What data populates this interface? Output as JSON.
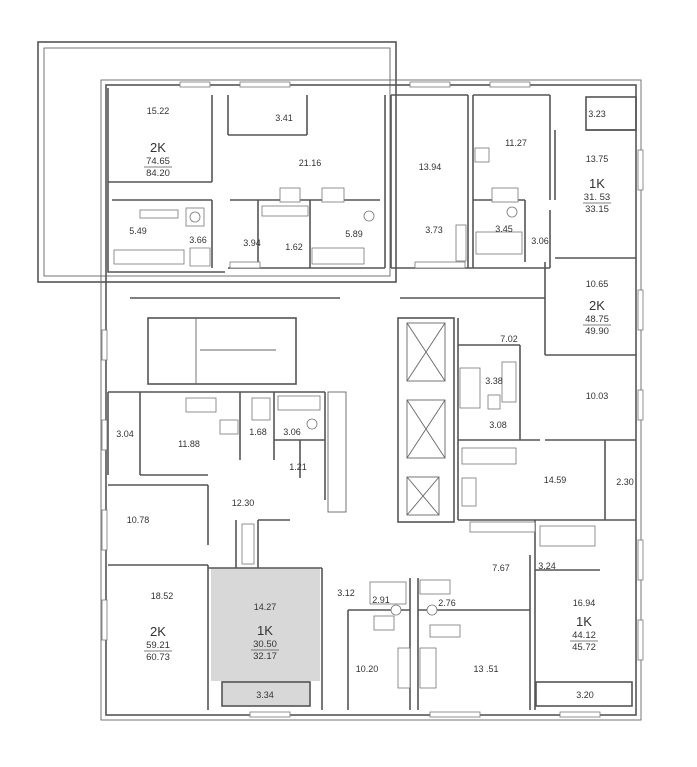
{
  "rooms": [
    {
      "id": "r01",
      "label": "15.22"
    },
    {
      "id": "r02",
      "label": "3.41"
    },
    {
      "id": "r03",
      "label": "21.16"
    },
    {
      "id": "r04",
      "label": "13.94"
    },
    {
      "id": "r05",
      "label": "11.27"
    },
    {
      "id": "r06",
      "label": "3.23"
    },
    {
      "id": "r07",
      "label": "13.75"
    },
    {
      "id": "r08",
      "label": "5.49"
    },
    {
      "id": "r09",
      "label": "3.66"
    },
    {
      "id": "r10",
      "label": "3.94"
    },
    {
      "id": "r11",
      "label": "1.62"
    },
    {
      "id": "r12",
      "label": "5.89"
    },
    {
      "id": "r13",
      "label": "3.73"
    },
    {
      "id": "r14",
      "label": "3.45"
    },
    {
      "id": "r15",
      "label": "3.06"
    },
    {
      "id": "r16",
      "label": "10.65"
    },
    {
      "id": "r17",
      "label": "7.02"
    },
    {
      "id": "r18",
      "label": "3.38"
    },
    {
      "id": "r19",
      "label": "10.03"
    },
    {
      "id": "r20",
      "label": "3.08"
    },
    {
      "id": "r21",
      "label": "3.04"
    },
    {
      "id": "r22",
      "label": "11.88"
    },
    {
      "id": "r23",
      "label": "1.68"
    },
    {
      "id": "r24",
      "label": "3.06"
    },
    {
      "id": "r25",
      "label": "1.21"
    },
    {
      "id": "r26",
      "label": "14.59"
    },
    {
      "id": "r27",
      "label": "2.30"
    },
    {
      "id": "r28",
      "label": "12.30"
    },
    {
      "id": "r29",
      "label": "10.78"
    },
    {
      "id": "r30",
      "label": "7.67"
    },
    {
      "id": "r31",
      "label": "3.24"
    },
    {
      "id": "r32",
      "label": "18.52"
    },
    {
      "id": "r33",
      "label": "14.27"
    },
    {
      "id": "r34",
      "label": "3.12"
    },
    {
      "id": "r35",
      "label": "2.91"
    },
    {
      "id": "r36",
      "label": "2.76"
    },
    {
      "id": "r37",
      "label": "16.94"
    },
    {
      "id": "r38",
      "label": "10.20"
    },
    {
      "id": "r39",
      "label": "13 .51"
    },
    {
      "id": "r40",
      "label": "3.34"
    },
    {
      "id": "r41",
      "label": "3.20"
    }
  ],
  "units": [
    {
      "id": "u1",
      "type": "2K",
      "living": "74.65",
      "total": "84.20"
    },
    {
      "id": "u2",
      "type": "1K",
      "living": "31. 53",
      "total": "33.15"
    },
    {
      "id": "u3",
      "type": "2K",
      "living": "48.75",
      "total": "49.90"
    },
    {
      "id": "u4",
      "type": "2K",
      "living": "59.21",
      "total": "60.73"
    },
    {
      "id": "u5",
      "type": "1K",
      "living": "30.50",
      "total": "32.17"
    },
    {
      "id": "u6",
      "type": "1K",
      "living": "44.12",
      "total": "45.72"
    }
  ],
  "colors": {
    "wall": "#555555",
    "highlight": "#d8d8d8",
    "background": "#ffffff"
  }
}
